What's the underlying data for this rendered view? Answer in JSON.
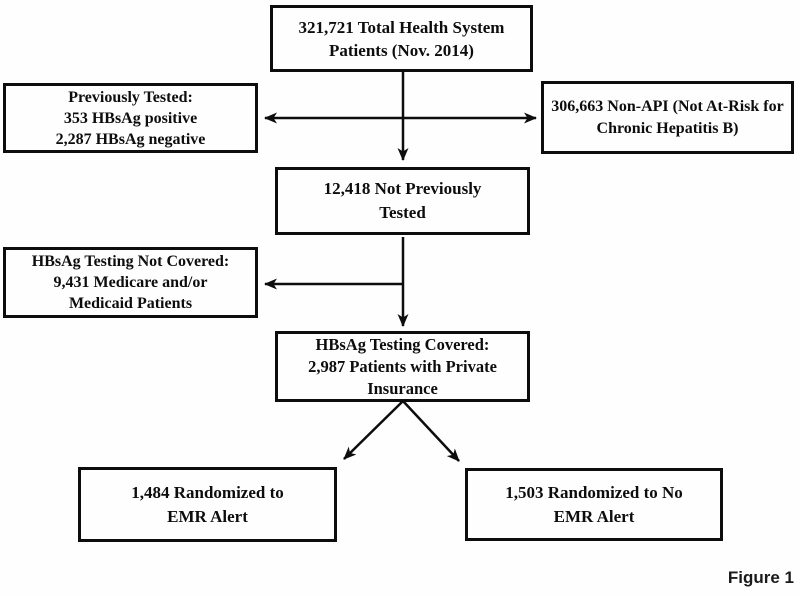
{
  "figure_label": "Figure 1",
  "colors": {
    "background": "#fefefe",
    "box_border": "#0d0d0d",
    "text": "#0d0d0d",
    "arrow": "#0d0d0d"
  },
  "boxes": {
    "total": {
      "lines": [
        "321,721 Total Health System",
        "Patients (Nov. 2014)"
      ]
    },
    "previously_tested": {
      "lines": [
        "Previously Tested:",
        "353 HBsAg positive",
        "2,287 HBsAg negative"
      ]
    },
    "non_api": {
      "lines": [
        "306,663 Non-API (Not At-Risk for",
        "Chronic Hepatitis B)"
      ]
    },
    "not_previously_tested": {
      "lines": [
        "12,418 Not Previously",
        "Tested"
      ]
    },
    "testing_not_covered": {
      "lines": [
        "HBsAg Testing Not Covered:",
        "9,431 Medicare and/or",
        "Medicaid Patients"
      ]
    },
    "testing_covered": {
      "lines": [
        "HBsAg Testing Covered:",
        "2,987 Patients with Private",
        "Insurance"
      ]
    },
    "randomized_emr_alert": {
      "lines": [
        "1,484 Randomized to",
        "EMR Alert"
      ]
    },
    "randomized_no_emr_alert": {
      "lines": [
        "1,503 Randomized to No",
        "EMR Alert"
      ]
    }
  }
}
